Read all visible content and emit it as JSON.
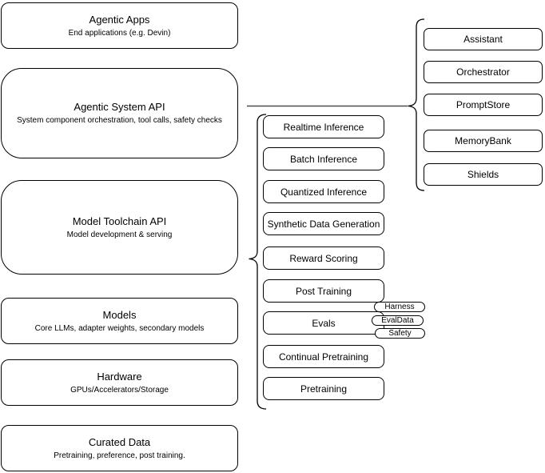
{
  "diagram": {
    "left_boxes": [
      {
        "title": "Agentic Apps",
        "subtitle": "End applications (e.g. Devin)"
      },
      {
        "title": "Agentic System API",
        "subtitle": "System component orchestration, tool calls, safety checks"
      },
      {
        "title": "Model Toolchain API",
        "subtitle": "Model development & serving"
      },
      {
        "title": "Models",
        "subtitle": "Core LLMs, adapter weights, secondary models"
      },
      {
        "title": "Hardware",
        "subtitle": "GPUs/Accelerators/Storage"
      },
      {
        "title": "Curated Data",
        "subtitle": "Pretraining, preference, post training."
      }
    ],
    "toolchain_items": [
      "Realtime Inference",
      "Batch Inference",
      "Quantized Inference",
      "Synthetic Data Generation",
      "Reward Scoring",
      "Post Training",
      "Evals",
      "Continual Pretraining",
      "Pretraining"
    ],
    "system_components": [
      "Assistant",
      "Orchestrator",
      "PromptStore",
      "MemoryBank",
      "Shields"
    ],
    "eval_tags": [
      "Harness",
      "EvalData",
      "Safety"
    ],
    "colors": {
      "stroke": "#000000",
      "background": "#ffffff",
      "connector": "#4d4d4d"
    }
  }
}
